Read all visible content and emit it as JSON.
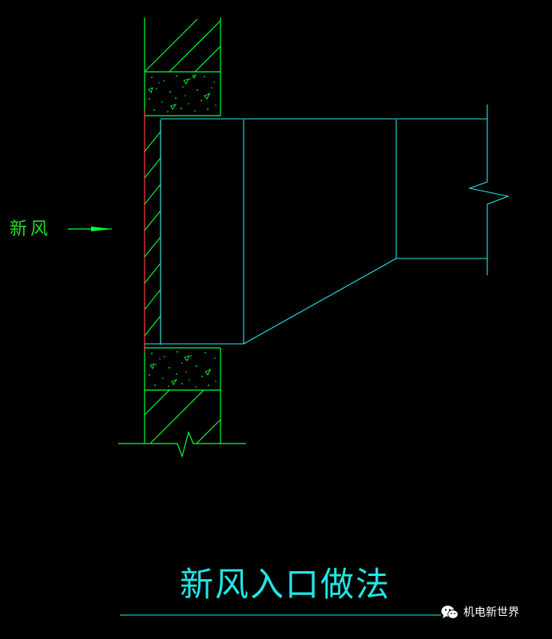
{
  "drawing": {
    "title": "新风入口做法",
    "air_label": "新风",
    "colors": {
      "background": "#000000",
      "wall": "#00ff33",
      "duct": "#22e6e6",
      "louver": "#ff3b3b",
      "arrow": "#00ff33",
      "label": "#22dd22",
      "title": "#22e6e6"
    }
  },
  "watermark": {
    "text": "机电新世界",
    "icon": "wechat-icon"
  }
}
